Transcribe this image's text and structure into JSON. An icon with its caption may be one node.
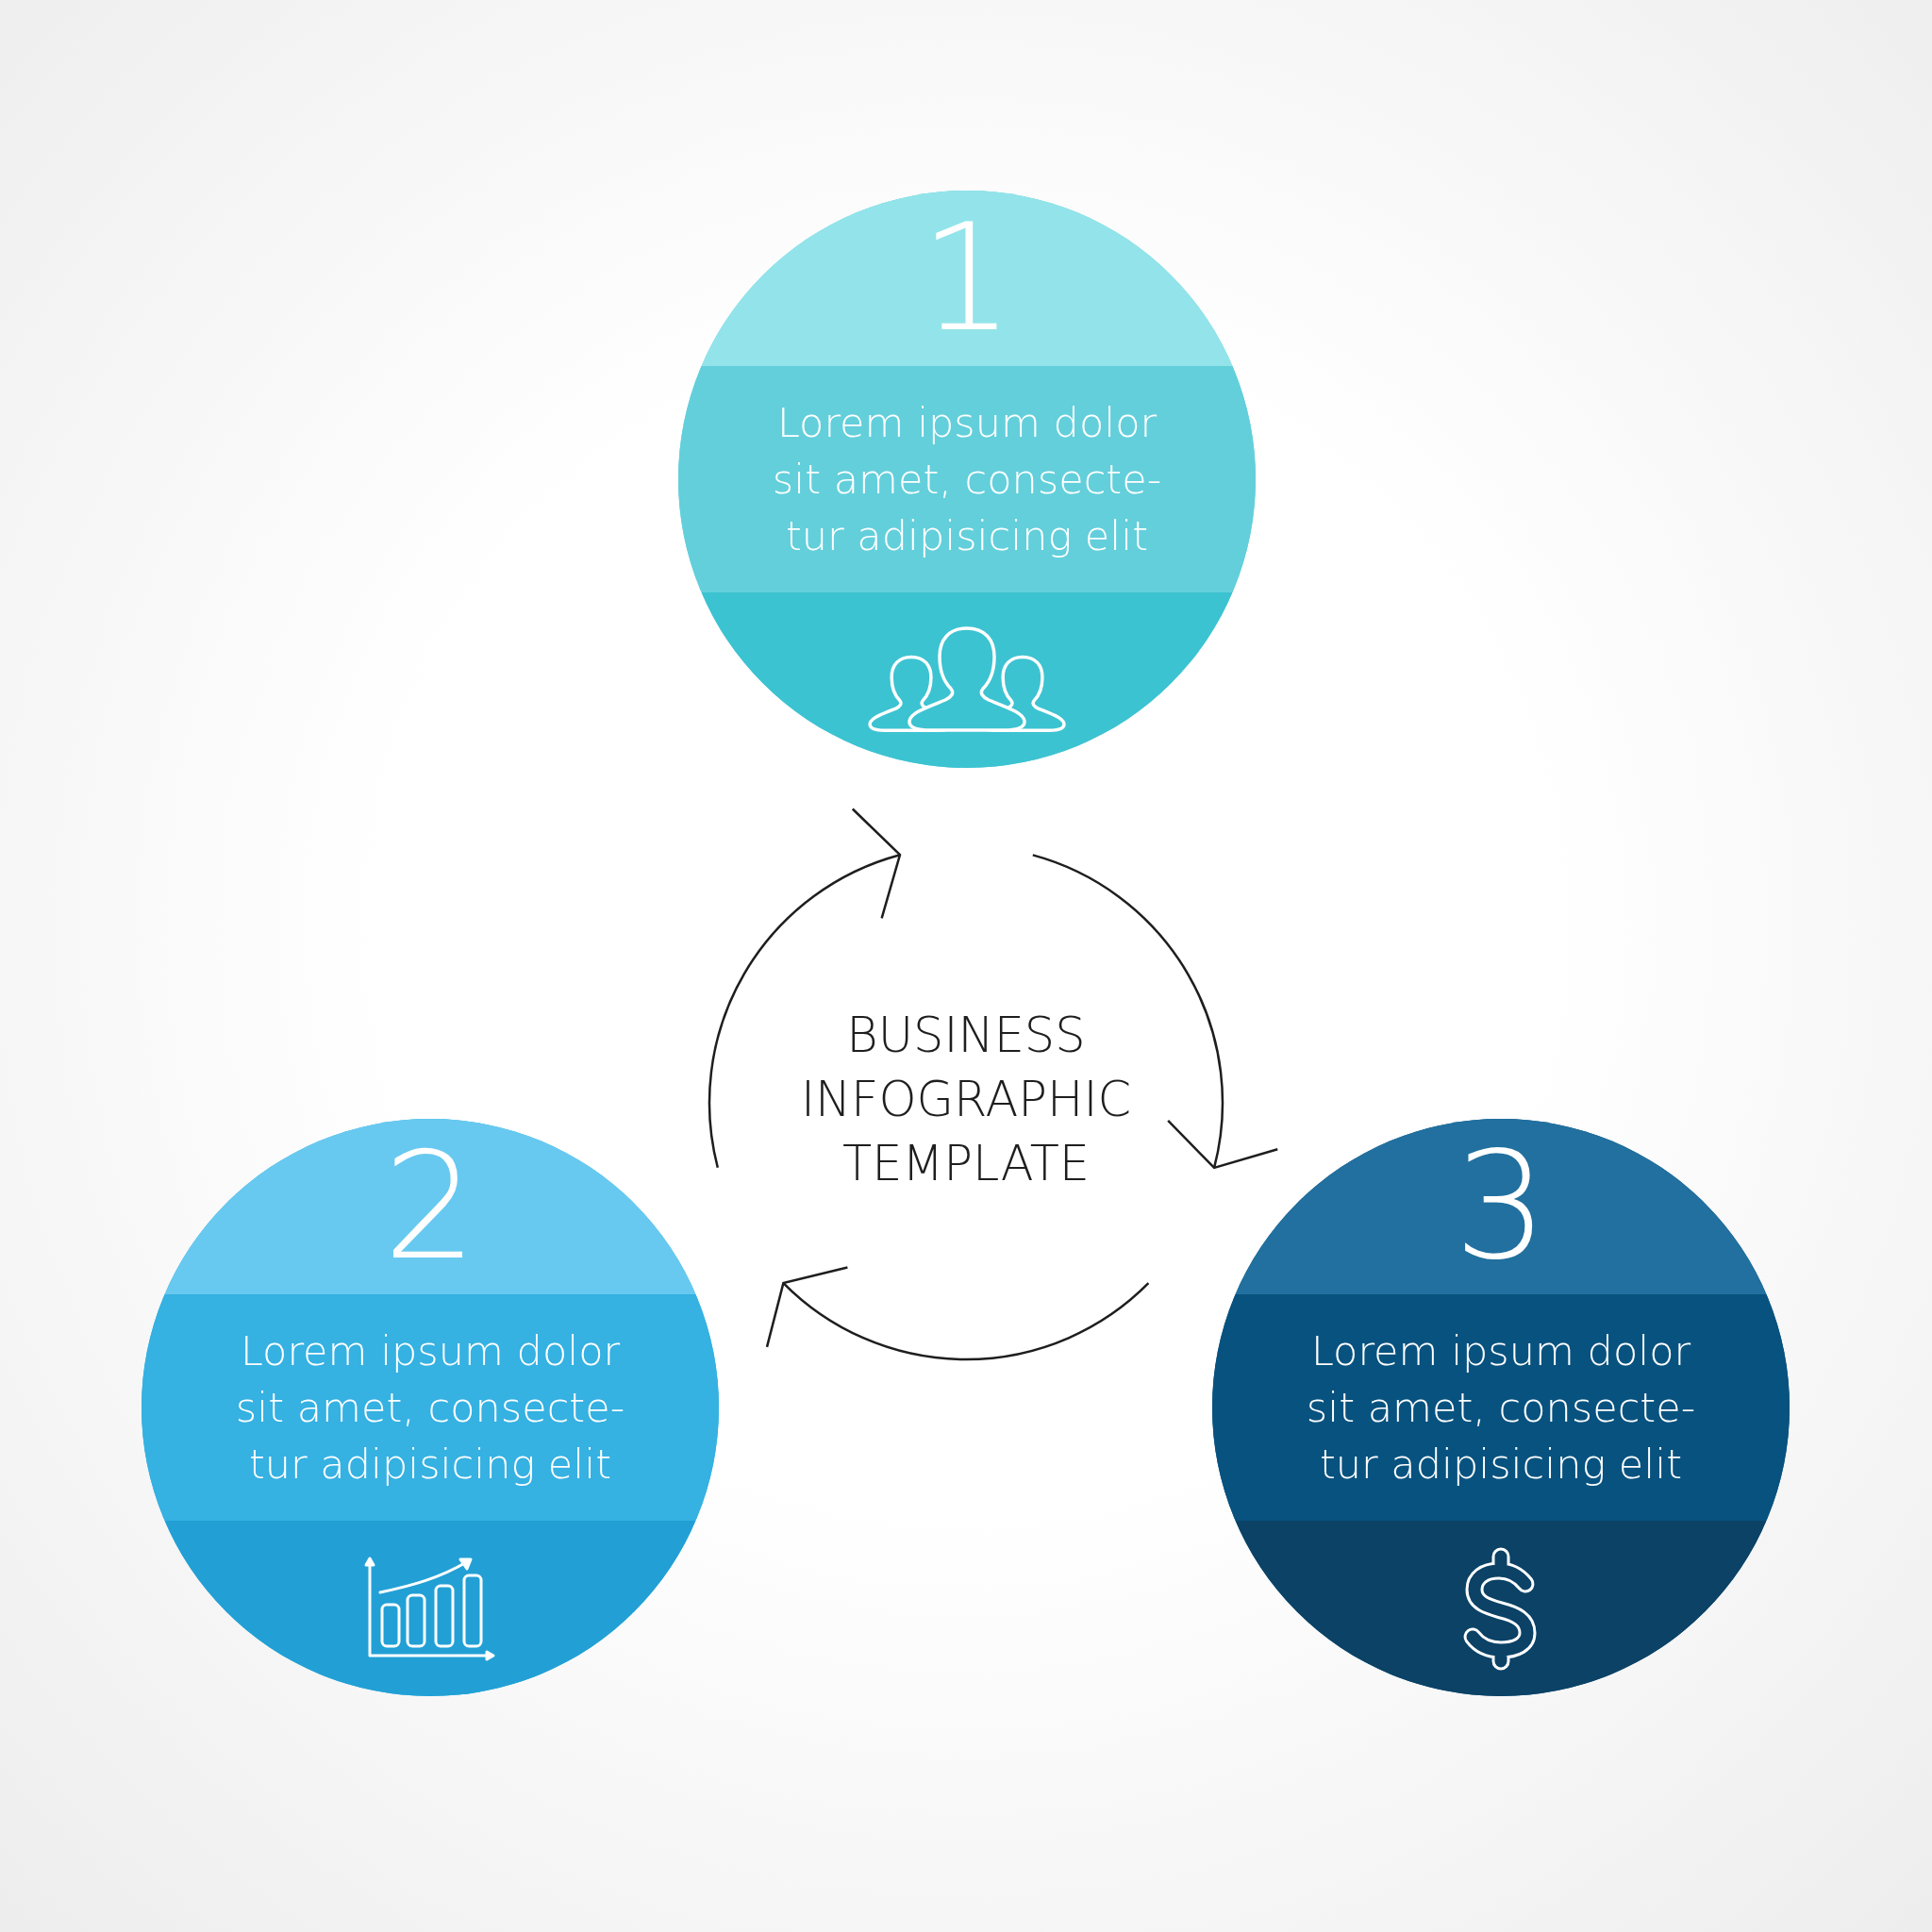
{
  "diagram": {
    "title": "BUSINESS INFOGRAPHIC TEMPLATE",
    "nodes": [
      {
        "text": [
          "1",
          "Lorem ipsum dolor sit amet, consecte- tur adipisicing elit"
        ]
      },
      {
        "text": [
          "2",
          "Lorem ipsum dolor sit amet, consecte- tur adipisicing elit"
        ]
      },
      {
        "text": [
          "3",
          "Lorem ipsum dolor sit amet, consecte- tur adipisicing elit"
        ]
      }
    ],
    "edges": [
      {
        "from": 0,
        "to": 2,
        "arrow": "to"
      },
      {
        "from": 2,
        "to": 1,
        "arrow": "to"
      },
      {
        "from": 1,
        "to": 0,
        "arrow": "to"
      }
    ]
  }
}
